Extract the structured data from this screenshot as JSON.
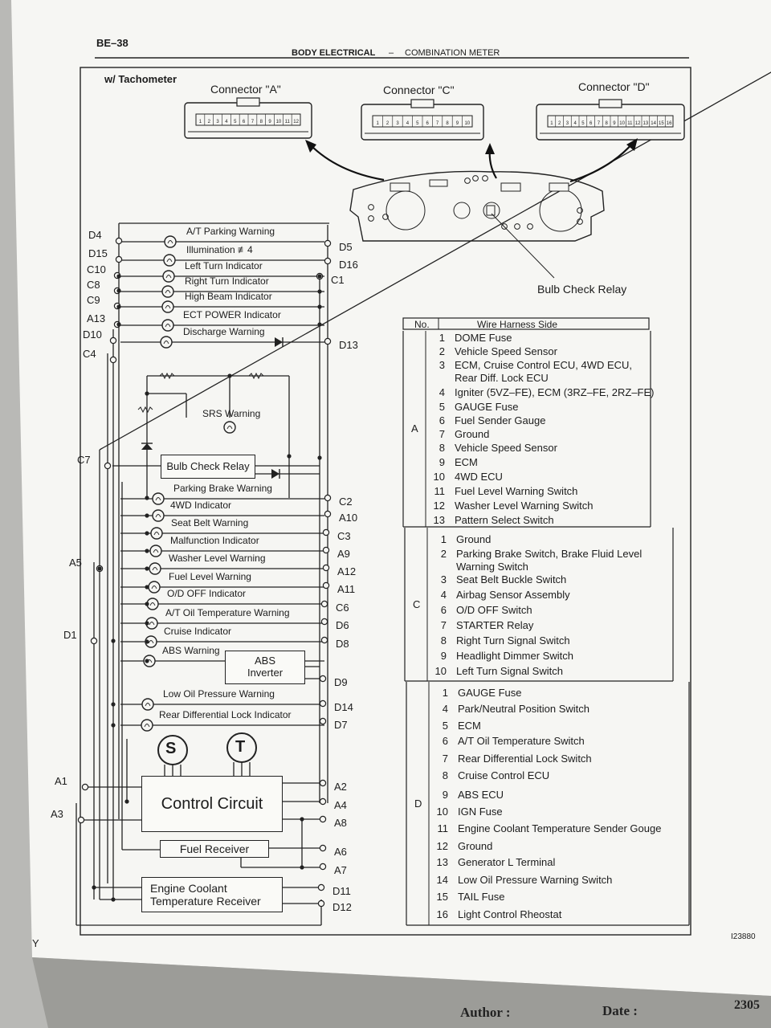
{
  "header": {
    "page_code": "BE–38",
    "section": "BODY ELECTRICAL",
    "dash": "–",
    "subsection": "COMBINATION METER"
  },
  "variant_label": "w/ Tachometer",
  "connectors": {
    "a": "Connector \"A\"",
    "c": "Connector \"C\"",
    "d": "Connector \"D\""
  },
  "connector_pins": {
    "a": "12",
    "c": "10",
    "d": "16"
  },
  "bulb_check_relay_callout": "Bulb Check Relay",
  "left_pins": [
    "D4",
    "D15",
    "C10",
    "C8",
    "C9",
    "A13",
    "D10",
    "C4",
    "C7",
    "A5",
    "D1",
    "A1",
    "A3"
  ],
  "right_pins": [
    "D5",
    "D16",
    "C1",
    "D13",
    "C2",
    "A10",
    "C3",
    "A9",
    "A12",
    "A11",
    "C6",
    "D6",
    "D8",
    "D9",
    "D14",
    "D7",
    "A2",
    "A4",
    "A8",
    "A6",
    "A7",
    "D11",
    "D12"
  ],
  "indicators": [
    "A/T Parking Warning",
    "Illumination ≢4",
    "Left Turn Indicator",
    "Right Turn Indicator",
    "High Beam Indicator",
    "ECT POWER Indicator",
    "Discharge Warning",
    "SRS Warning",
    "Parking Brake Warning",
    "4WD Indicator",
    "Seat Belt Warning",
    "Malfunction Indicator",
    "Washer Level Warning",
    "Fuel Level Warning",
    "O/D OFF Indicator",
    "A/T Oil Temperature Warning",
    "Cruise Indicator",
    "ABS Warning",
    "Low Oil Pressure Warning",
    "Rear Differential Lock Indicator"
  ],
  "boxes": {
    "bulb_check_relay": "Bulb Check Relay",
    "abs_inverter": "ABS\nInverter",
    "control_circuit": "Control Circuit",
    "fuel_receiver": "Fuel Receiver",
    "engine_coolant": "Engine Coolant\nTemperature Receiver"
  },
  "gauges": {
    "speedometer": "S",
    "tachometer": "T"
  },
  "table": {
    "header_no": "No.",
    "header_side": "Wire Harness Side",
    "groups": [
      {
        "letter": "A",
        "rows": [
          {
            "n": "1",
            "d": "DOME Fuse"
          },
          {
            "n": "2",
            "d": "Vehicle Speed Sensor"
          },
          {
            "n": "3",
            "d": "ECM, Cruise Control ECU, 4WD ECU,\nRear Diff. Lock ECU"
          },
          {
            "n": "4",
            "d": "Igniter (5VZ–FE), ECM (3RZ–FE, 2RZ–FE)"
          },
          {
            "n": "5",
            "d": "GAUGE Fuse"
          },
          {
            "n": "6",
            "d": "Fuel Sender Gauge"
          },
          {
            "n": "7",
            "d": "Ground"
          },
          {
            "n": "8",
            "d": "Vehicle Speed Sensor"
          },
          {
            "n": "9",
            "d": "ECM"
          },
          {
            "n": "10",
            "d": "4WD ECU"
          },
          {
            "n": "11",
            "d": "Fuel Level Warning Switch"
          },
          {
            "n": "12",
            "d": "Washer Level Warning Switch"
          },
          {
            "n": "13",
            "d": "Pattern Select Switch"
          }
        ]
      },
      {
        "letter": "C",
        "rows": [
          {
            "n": "1",
            "d": "Ground"
          },
          {
            "n": "2",
            "d": "Parking Brake Switch, Brake Fluid Level\nWarning Switch"
          },
          {
            "n": "3",
            "d": "Seat Belt Buckle Switch"
          },
          {
            "n": "4",
            "d": "Airbag Sensor Assembly"
          },
          {
            "n": "6",
            "d": "O/D OFF Switch"
          },
          {
            "n": "7",
            "d": "STARTER Relay"
          },
          {
            "n": "8",
            "d": "Right Turn Signal Switch"
          },
          {
            "n": "9",
            "d": "Headlight Dimmer Switch"
          },
          {
            "n": "10",
            "d": "Left Turn Signal Switch"
          }
        ]
      },
      {
        "letter": "D",
        "rows": [
          {
            "n": "1",
            "d": "GAUGE Fuse"
          },
          {
            "n": "4",
            "d": "Park/Neutral Position Switch"
          },
          {
            "n": "5",
            "d": "ECM"
          },
          {
            "n": "6",
            "d": "A/T Oil Temperature Switch"
          },
          {
            "n": "7",
            "d": "Rear Differential Lock Switch"
          },
          {
            "n": "8",
            "d": "Cruise Control ECU"
          },
          {
            "n": "9",
            "d": "ABS ECU"
          },
          {
            "n": "10",
            "d": "IGN Fuse"
          },
          {
            "n": "11",
            "d": "Engine Coolant Temperature Sender Gouge"
          },
          {
            "n": "12",
            "d": "Ground"
          },
          {
            "n": "13",
            "d": "Generator L Terminal"
          },
          {
            "n": "14",
            "d": "Low Oil Pressure Warning Switch"
          },
          {
            "n": "15",
            "d": "TAIL Fuse"
          },
          {
            "n": "16",
            "d": "Light Control Rheostat"
          }
        ]
      }
    ]
  },
  "corner_mark": "Y",
  "figure_id": "I23880",
  "footer": {
    "author": "Author :",
    "date": "Date :",
    "number": "2305"
  }
}
